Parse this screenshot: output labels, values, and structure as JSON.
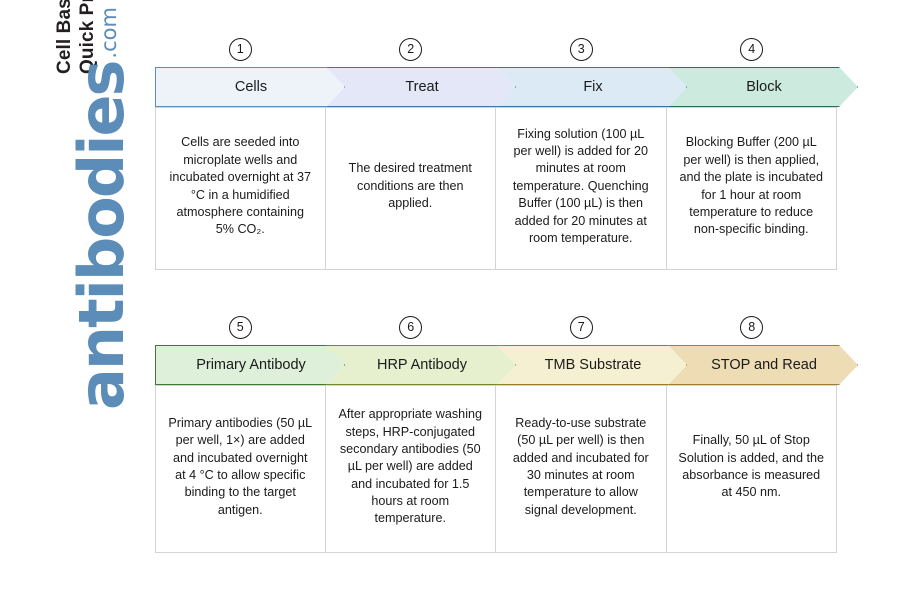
{
  "title": "Cell Based ELISA Kits\nQuick Protocol",
  "logo": {
    "name": "antibodies",
    "tld": ".com",
    "color": "#5b8db8"
  },
  "rows": [
    {
      "id": "row-1",
      "steps": [
        {
          "number": "1",
          "label": "Cells",
          "description": "Cells are seeded into microplate wells and incubated overnight at 37 °C in a humidified atmosphere containing 5% CO₂.",
          "fill": "#eef3f9",
          "stroke": "#5b8db8"
        },
        {
          "number": "2",
          "label": "Treat",
          "description": "The desired treatment conditions are then applied.",
          "fill": "#e3e7f7",
          "stroke": "#4a6fa5"
        },
        {
          "number": "3",
          "label": "Fix",
          "description": "Fixing solution (100 µL per well) is added for 20 minutes at room temperature. Quenching Buffer (100 µL) is then added for 20 minutes at room temperature.",
          "fill": "#dceaf5",
          "stroke": "#3c7199"
        },
        {
          "number": "4",
          "label": "Block",
          "description": "Blocking Buffer (200 µL per well) is then applied, and the plate is incubated for 1 hour at room temperature to reduce non-specific binding.",
          "fill": "#cceade",
          "stroke": "#2f6b5e"
        }
      ]
    },
    {
      "id": "row-2",
      "steps": [
        {
          "number": "5",
          "label": "Primary Antibody",
          "description": "Primary antibodies (50 µL per well, 1×) are added and incubated overnight at 4 °C to allow specific binding to the target antigen.",
          "fill": "#dff0da",
          "stroke": "#3d7a33"
        },
        {
          "number": "6",
          "label": "HRP Antibody",
          "description": "After appropriate washing steps, HRP-conjugated secondary antibodies (50 µL per well) are added and incubated for 1.5 hours at room temperature.",
          "fill": "#e6f0cf",
          "stroke": "#77872f"
        },
        {
          "number": "7",
          "label": "TMB Substrate",
          "description": "Ready-to-use substrate (50 µL per well) is then added and incubated for 30 minutes at room temperature to allow signal development.",
          "fill": "#f6f0d2",
          "stroke": "#9a7b2a"
        },
        {
          "number": "8",
          "label": "STOP and Read",
          "description": "Finally, 50 µL of Stop Solution is added, and the absorbance is measured at 450 nm.",
          "fill": "#eddcb4",
          "stroke": "#a07f33"
        }
      ]
    }
  ]
}
